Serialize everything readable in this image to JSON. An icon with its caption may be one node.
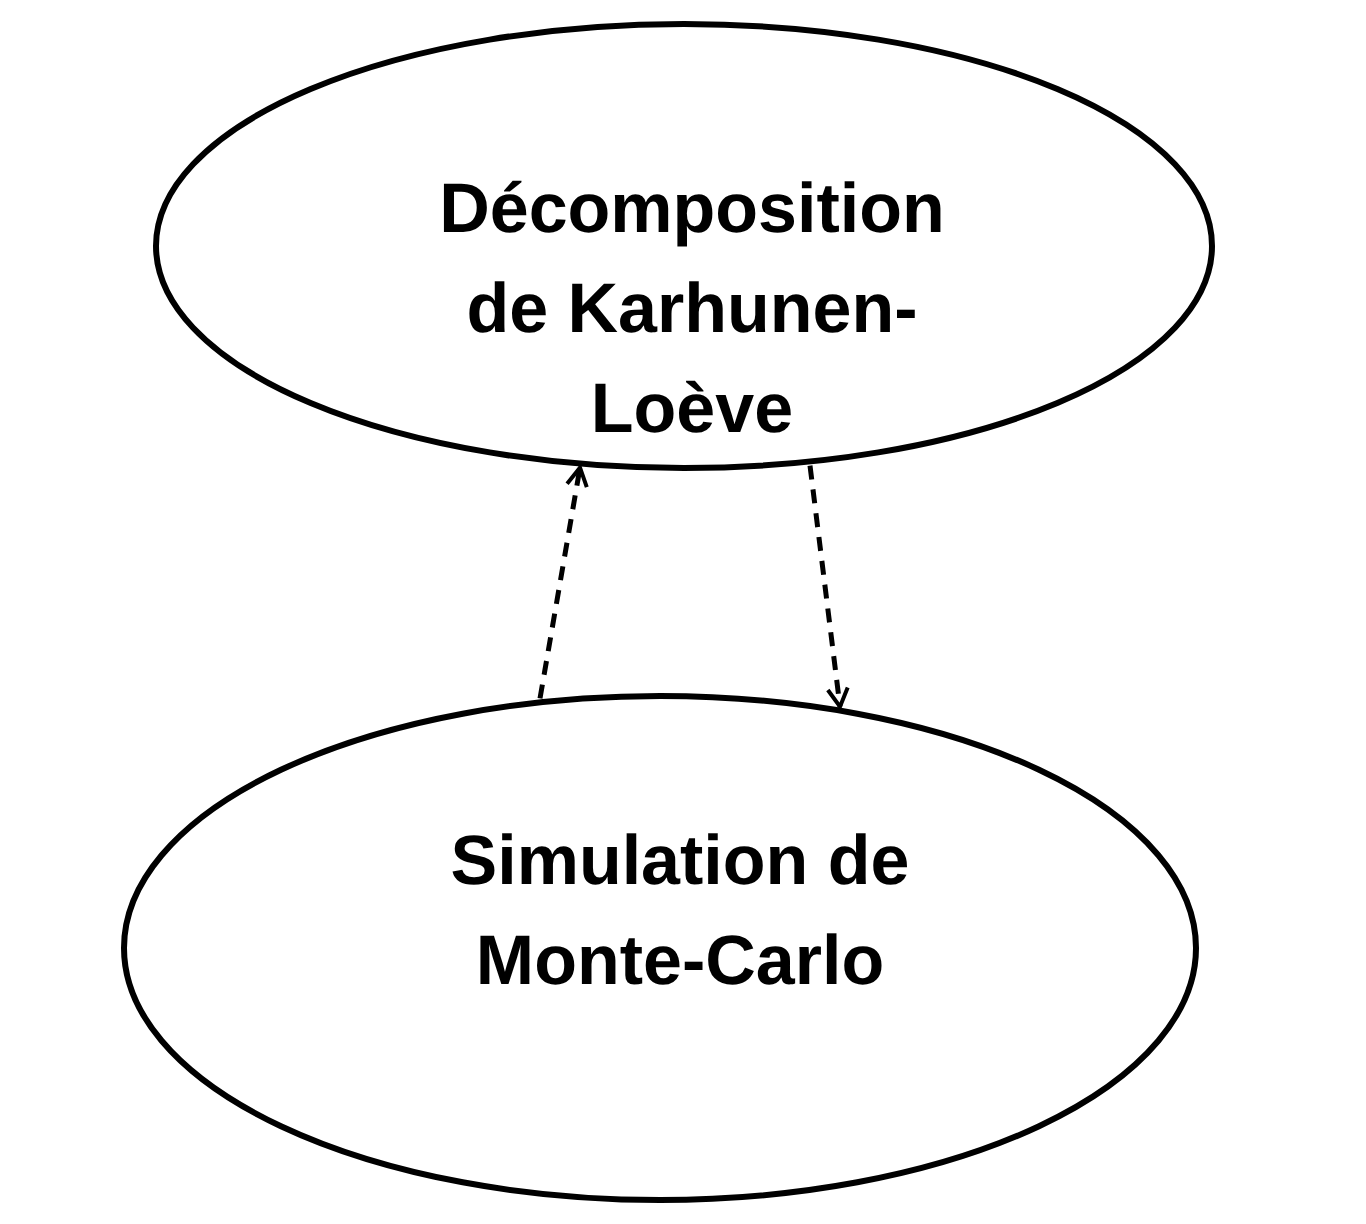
{
  "diagram": {
    "nodes": [
      {
        "text": [
          "Décomposition de Karhunen-Loève"
        ]
      },
      {
        "text": [
          "Simulation de Monte-Carlo"
        ]
      }
    ],
    "edges": [
      {
        "from": 1,
        "to": 0,
        "arrow": "to",
        "style": "dashed"
      },
      {
        "from": 0,
        "to": 1,
        "arrow": "to",
        "style": "dashed"
      }
    ]
  }
}
